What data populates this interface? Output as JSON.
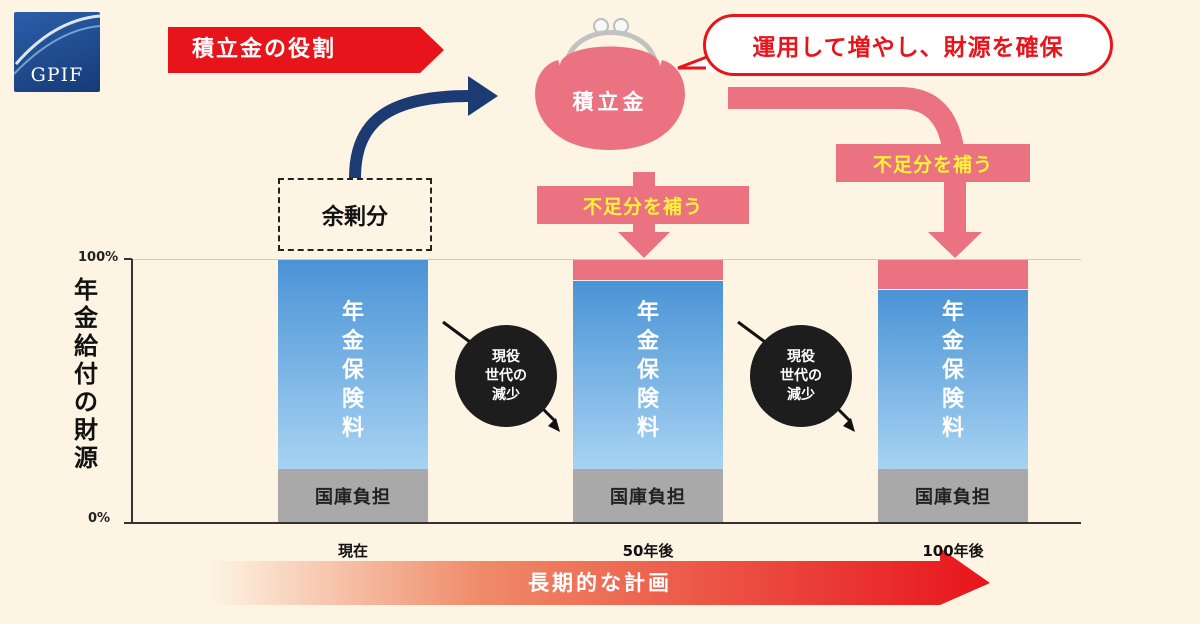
{
  "logo": {
    "text": "GPIF",
    "icon": "gpif-logo"
  },
  "role_title": "積立金の役割",
  "speech_bubble": "運用して増やし、財源を確保",
  "fund_label": "積立金",
  "surplus_label": "余剰分",
  "shortfall_labels": [
    "不足分を補う",
    "不足分を補う"
  ],
  "y_axis": {
    "title": "年金給付の財源",
    "top_label": "100%",
    "bottom_label": "0%"
  },
  "bars": [
    {
      "period": "現在",
      "premium_label": "年金保険料",
      "national_label": "国庫負担"
    },
    {
      "period": "50年後",
      "premium_label": "年金保険料",
      "national_label": "国庫負担"
    },
    {
      "period": "100年後",
      "premium_label": "年金保険料",
      "national_label": "国庫負担"
    }
  ],
  "decline_circles": [
    {
      "line1": "現役",
      "line2": "世代の",
      "line3": "減少"
    },
    {
      "line1": "現役",
      "line2": "世代の",
      "line3": "減少"
    }
  ],
  "long_term_label": "長期的な計画",
  "colors": {
    "fund_pink": "#ea7281",
    "accent_red": "#e8141c",
    "navy": "#1c3b73",
    "premium_blue": "#4a93d6",
    "national_gray": "#aaa9a9"
  }
}
